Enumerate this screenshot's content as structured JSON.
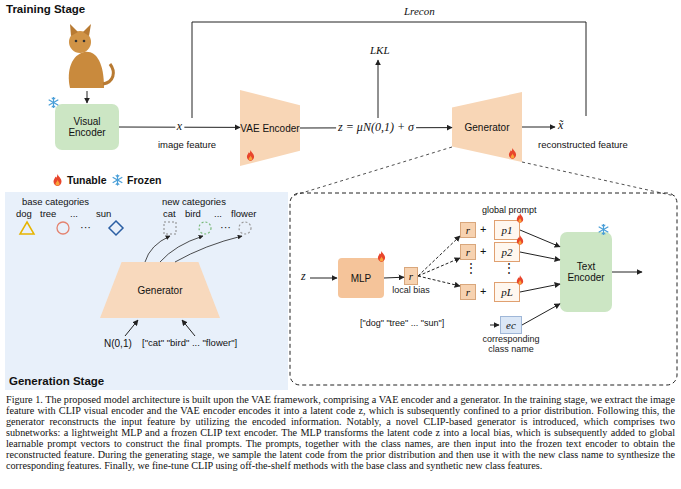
{
  "diagram": {
    "caption": "Figure 1. The proposed model architecture is built upon the VAE framework, comprising a VAE encoder and a generator. In the training stage, we extract the image feature with CLIP visual encoder and the VAE encoder encodes it into a latent code z, which is subsequently confined to a prior distribution. Following this, the generator reconstructs the input feature by utilizing the encoded information. Notably, a novel CLIP-based generator is introduced, which comprises two subnetworks: a lightweight MLP and a frozen CLIP text encoder. The MLP transforms the latent code z into a local bias, which is subsequently added to global learnable prompt vectors to construct the final prompts. The prompts, together with the class names, are then input into the frozen text encoder to obtain the reconstructed feature. During the generating stage, we sample the latent code from the prior distribution and then use it with the new class name to synthesize the corresponding features. Finally, we fine-tune CLIP using off-the-shelf methods with the base class and synthetic new class features.",
    "nodes": [
      {
        "text": [
          "Visual Encoder"
        ]
      },
      {
        "text": [
          "VAE Encoder"
        ]
      },
      {
        "text": [
          "Generator"
        ]
      },
      {
        "text": [
          "Generation Stage"
        ]
      },
      {
        "text": [
          "Generator"
        ],
        "in": 3
      },
      {
        "text": [
          "MLP"
        ]
      },
      {
        "text": [
          "r",
          "local bias"
        ]
      },
      {
        "text": [
          "r"
        ]
      },
      {
        "text": [
          "p1"
        ]
      },
      {
        "text": [
          "r"
        ]
      },
      {
        "text": [
          "p2"
        ]
      },
      {
        "text": [
          "r"
        ]
      },
      {
        "text": [
          "pL"
        ]
      },
      {
        "text": [
          "Text Encoder"
        ]
      },
      {
        "text": [
          "ec",
          "corresponding class name"
        ]
      }
    ],
    "edges": [
      {
        "from": 0,
        "to": 1,
        "arrow": "to",
        "label": "x"
      },
      {
        "from": 1,
        "to": 2,
        "arrow": "to",
        "label": "z = μN(0,1) + σ"
      },
      {
        "from": 5,
        "to": 6,
        "arrow": "to"
      },
      {
        "from": 6,
        "to": 7,
        "arrow": "to"
      },
      {
        "from": 6,
        "to": 9,
        "arrow": "to"
      },
      {
        "from": 6,
        "to": 11,
        "arrow": "to"
      },
      {
        "from": 8,
        "to": 13,
        "arrow": "to"
      },
      {
        "from": 10,
        "to": 13,
        "arrow": "to"
      },
      {
        "from": 12,
        "to": 13,
        "arrow": "to"
      },
      {
        "from": 14,
        "to": 13,
        "arrow": "to"
      }
    ],
    "labels": [
      "Training Stage",
      "x̃",
      "image feature",
      "reconstructed feature",
      "Lrecon",
      "LKL",
      "base categories",
      "new categories",
      "dog",
      "tree",
      "...",
      "sun",
      "cat",
      "bird",
      "...",
      "flower",
      "···",
      "···",
      "N(0,1)",
      "[\"cat\" \"bird\" ... \"flower\"]",
      "z",
      "global prompt",
      "+",
      "+",
      "+",
      "⋮",
      "⋮",
      "[\"dog\" \"tree\" ... \"sun\"]"
    ],
    "legend": [
      {
        "text": "Tunable"
      },
      {
        "text": "Frozen"
      }
    ]
  }
}
